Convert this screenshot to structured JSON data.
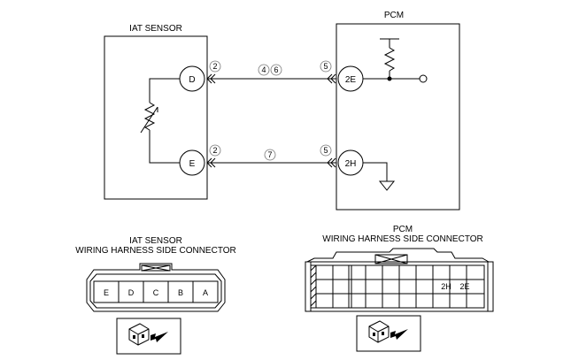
{
  "iat_sensor": {
    "title": "IAT SENSOR",
    "pins": {
      "d": "D",
      "e": "E"
    }
  },
  "pcm": {
    "title": "PCM",
    "pins": {
      "p2e": "2E",
      "p2h": "2H"
    }
  },
  "markers": {
    "d_side": "2",
    "d_wire_a": "4",
    "d_wire_b": "6",
    "d_pcm_side": "5",
    "e_side": "2",
    "e_wire": "7",
    "e_pcm_side": "5"
  },
  "iat_connector": {
    "title_line1": "IAT SENSOR",
    "title_line2": "WIRING HARNESS SIDE CONNECTOR",
    "cavities": [
      "E",
      "D",
      "C",
      "B",
      "A"
    ]
  },
  "pcm_connector": {
    "title_line1": "PCM",
    "title_line2": "WIRING HARNESS SIDE CONNECTOR",
    "labeled_cavities": [
      "2H",
      "2E"
    ]
  },
  "icons": {
    "connector_view_icon": "connector-with-arrow-icon",
    "ground_symbol": "ground-icon",
    "resistor_symbol": "resistor-icon",
    "thermistor_symbol": "thermistor-icon"
  }
}
